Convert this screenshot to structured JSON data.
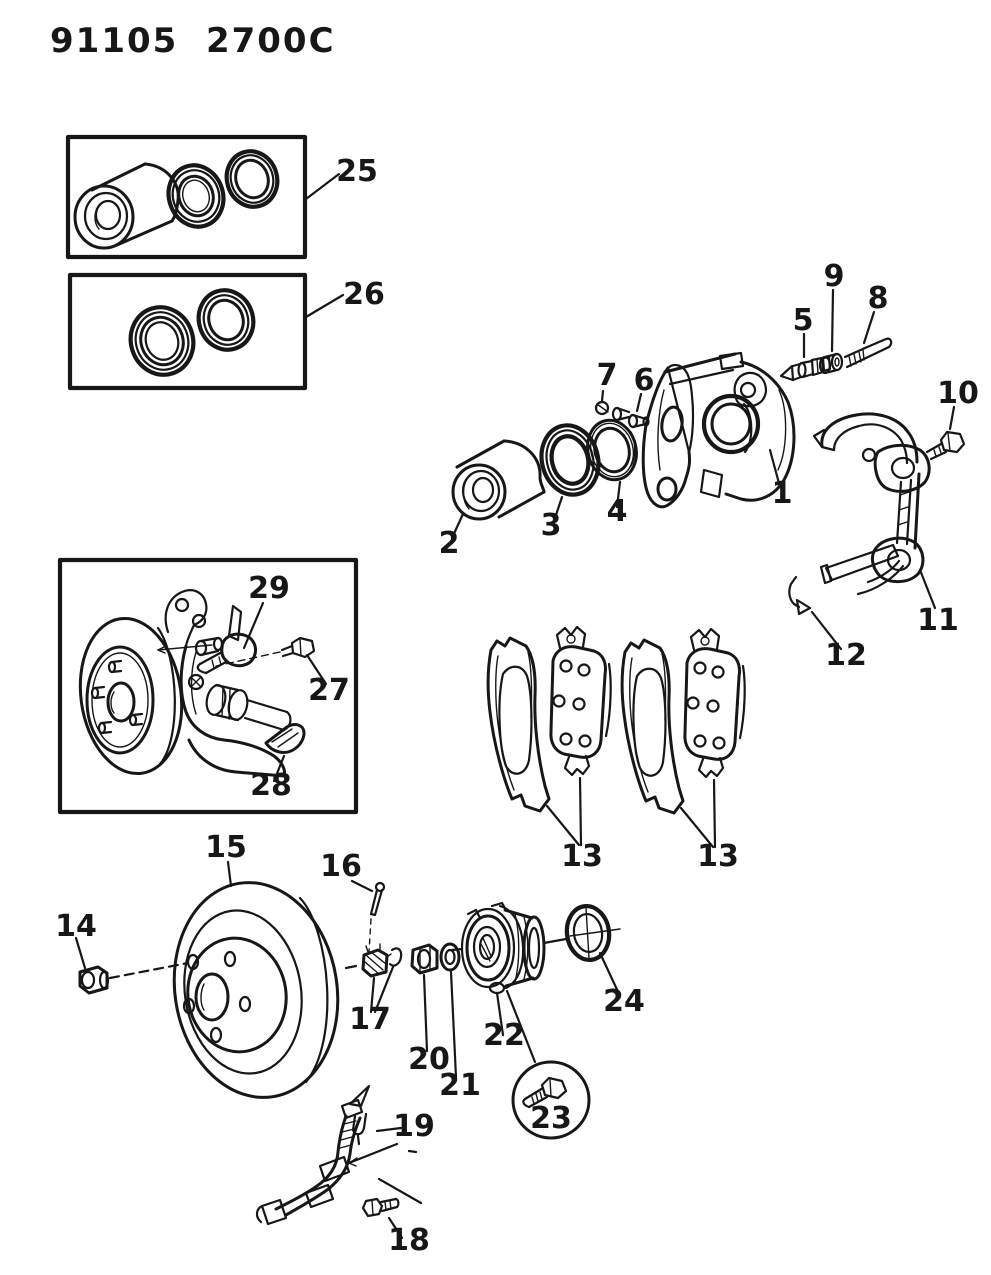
{
  "title": "91105  2700C",
  "colors": {
    "ink": "#171717",
    "paper": "#ffffff"
  },
  "callouts": {
    "1": "1",
    "2": "2",
    "3": "3",
    "4": "4",
    "5": "5",
    "6": "6",
    "7": "7",
    "8": "8",
    "9": "9",
    "10": "10",
    "11": "11",
    "12": "12",
    "13": "13",
    "14": "14",
    "15": "15",
    "16": "16",
    "17": "17",
    "18": "18",
    "19": "19",
    "20": "20",
    "21": "21",
    "22": "22",
    "23": "23",
    "24": "24",
    "25": "25",
    "26": "26",
    "27": "27",
    "28": "28",
    "29": "29"
  }
}
